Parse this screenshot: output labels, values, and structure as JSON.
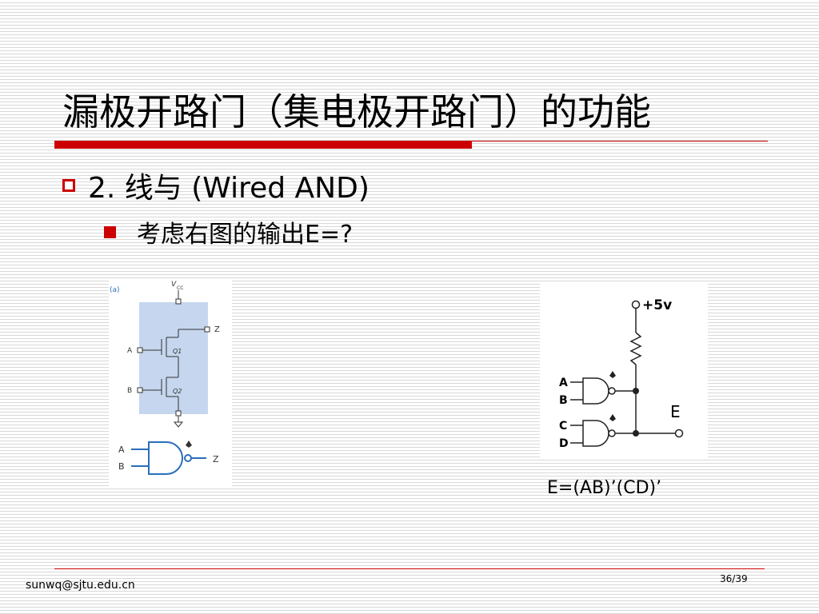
{
  "slide": {
    "title": "漏极开路门（集电极开路门）的功能",
    "bullet1": "2. 线与 (Wired AND)",
    "bullet2": "考虑右图的输出E=?",
    "formula": "E=(AB)’(CD)’",
    "footer_email": "sunwq@sjtu.edu.cn",
    "page_number": "36/39"
  },
  "left_figure": {
    "label": "(a)",
    "vcc": "V",
    "vcc_sub": "CC",
    "input_a": "A",
    "input_b": "B",
    "output": "Z",
    "q1": "Q1",
    "q2": "Q2",
    "gate_input_a": "A",
    "gate_input_b": "B",
    "gate_output": "Z"
  },
  "right_figure": {
    "supply": "+5v",
    "a": "A",
    "b": "B",
    "c": "C",
    "d": "D",
    "output": "E"
  },
  "colors": {
    "accent": "#cc0000",
    "figure_blue": "#c5d6ee",
    "label_blue": "#2a6ebb"
  }
}
